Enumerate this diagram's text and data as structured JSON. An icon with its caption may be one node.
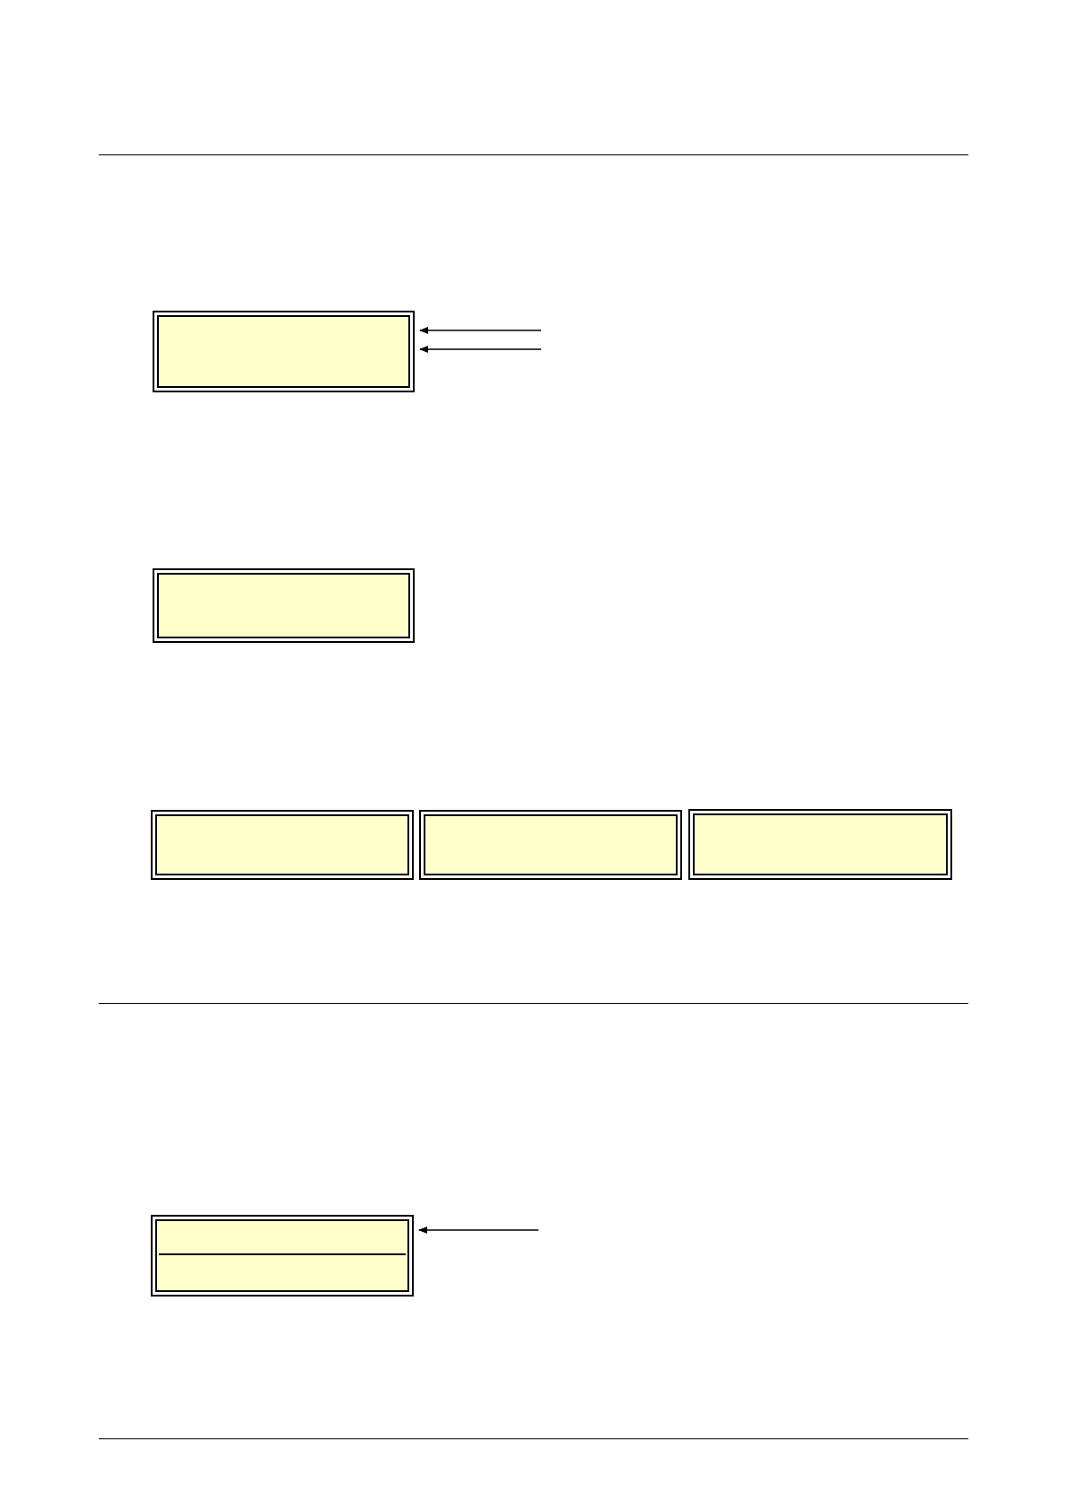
{
  "diagram": {
    "nodes": [
      {
        "text": [],
        "shape": "box"
      },
      {
        "text": [],
        "shape": "box"
      },
      {
        "text": [],
        "shape": "box"
      },
      {
        "text": [],
        "shape": "box"
      },
      {
        "text": [],
        "shape": "box"
      },
      {
        "text": [],
        "shape": "box"
      }
    ],
    "edges": [
      {
        "from": null,
        "to": 0,
        "arrow": "to"
      },
      {
        "from": null,
        "to": 0,
        "arrow": "to"
      },
      {
        "from": null,
        "to": 5,
        "arrow": "to"
      }
    ]
  }
}
